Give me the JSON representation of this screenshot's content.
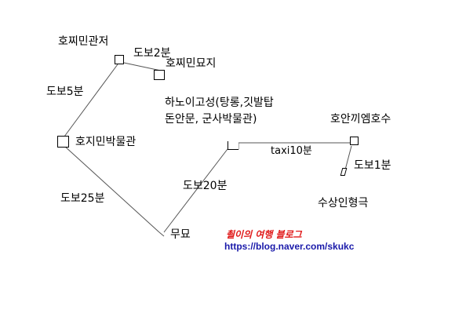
{
  "nodes": {
    "ho_chi_minh_house": "호찌민관저",
    "ho_chi_minh_mausoleum": "호찌민묘지",
    "ho_chi_minh_museum": "호지민박물관",
    "tomb": "무묘",
    "hanoi_citadel_line1": "하노이고성(탕롱,깃발탑",
    "hanoi_citadel_line2": "돈안문, 군사박물관)",
    "hoan_kiem_lake": "호안끼엠호수",
    "water_puppet": "수상인형극"
  },
  "edges": {
    "walk_2min": "도보2분",
    "walk_5min": "도보5분",
    "walk_25min": "도보25분",
    "walk_20min": "도보20분",
    "taxi_10min": "taxi10분",
    "walk_1min": "도보1분"
  },
  "credit": {
    "blog_name": "쵤이의 여행 블로그",
    "url": "https://blog.naver.com/skukc"
  },
  "colors": {
    "line": "#555555",
    "brand": "#e01a1a",
    "url": "#1a1aaa"
  }
}
